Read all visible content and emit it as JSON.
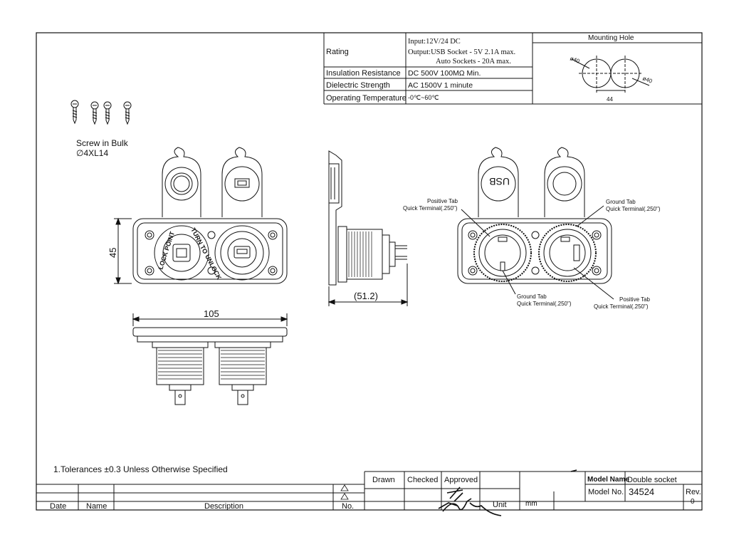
{
  "spec_table": {
    "rating_label": "Rating",
    "rating_input": "Input:12V/24 DC",
    "rating_output_usb": "Output:USB Socket -  5V 2.1A max.",
    "rating_output_auto": "Auto Sockets -  20A max.",
    "insulation_label": "Insulation Resistance",
    "insulation_value": "DC 500V 100MΩ Min.",
    "dielectric_label": "Dielectric Strength",
    "dielectric_value": "AC 1500V 1 minute",
    "temp_label": "Operating Temperature",
    "temp_value": "-0℃~60℃"
  },
  "mounting_hole": {
    "title": "Mounting Hole",
    "dia_left": "ø40",
    "dia_right": "ø40",
    "spacing": "44"
  },
  "screw": {
    "title": "Screw in Bulk",
    "size": "∅4XL14"
  },
  "dimensions": {
    "height": "45",
    "depth": "(51.2)",
    "width": "105"
  },
  "socket_labels": {
    "lock_ring": "LOCK POINT",
    "turn_ring": "TURN TO UNLOCK",
    "usb_cap": "USB"
  },
  "terminals": {
    "pos_left_1": "Positive Tab",
    "pos_left_2": "Quick Terminal(.250\")",
    "ground_right_1": "Ground Tab",
    "ground_right_2": "Quick Terminal(.250\")",
    "ground_left_1": "Ground Tab",
    "ground_left_2": "Quick Terminal(.250\")",
    "pos_right_1": "Positive Tab",
    "pos_right_2": "Quick Terminal(.250\")"
  },
  "notes": {
    "tolerance": "1.Tolerances ±0.3 Unless Otherwise Specified"
  },
  "title_block": {
    "drawn": "Drawn",
    "checked": "Checked",
    "approved": "Approved",
    "unit_label": "Unit",
    "unit_value": "mm",
    "model_name_label": "Model Name",
    "model_name_value": "Double socket",
    "model_no_label": "Model No.",
    "model_no_value": "34524",
    "rev_label": "Rev.",
    "rev_value": "0"
  },
  "revision_table": {
    "date": "Date",
    "name": "Name",
    "description": "Description",
    "no": "No."
  },
  "colors": {
    "line": "#111111",
    "paper": "#ffffff"
  }
}
